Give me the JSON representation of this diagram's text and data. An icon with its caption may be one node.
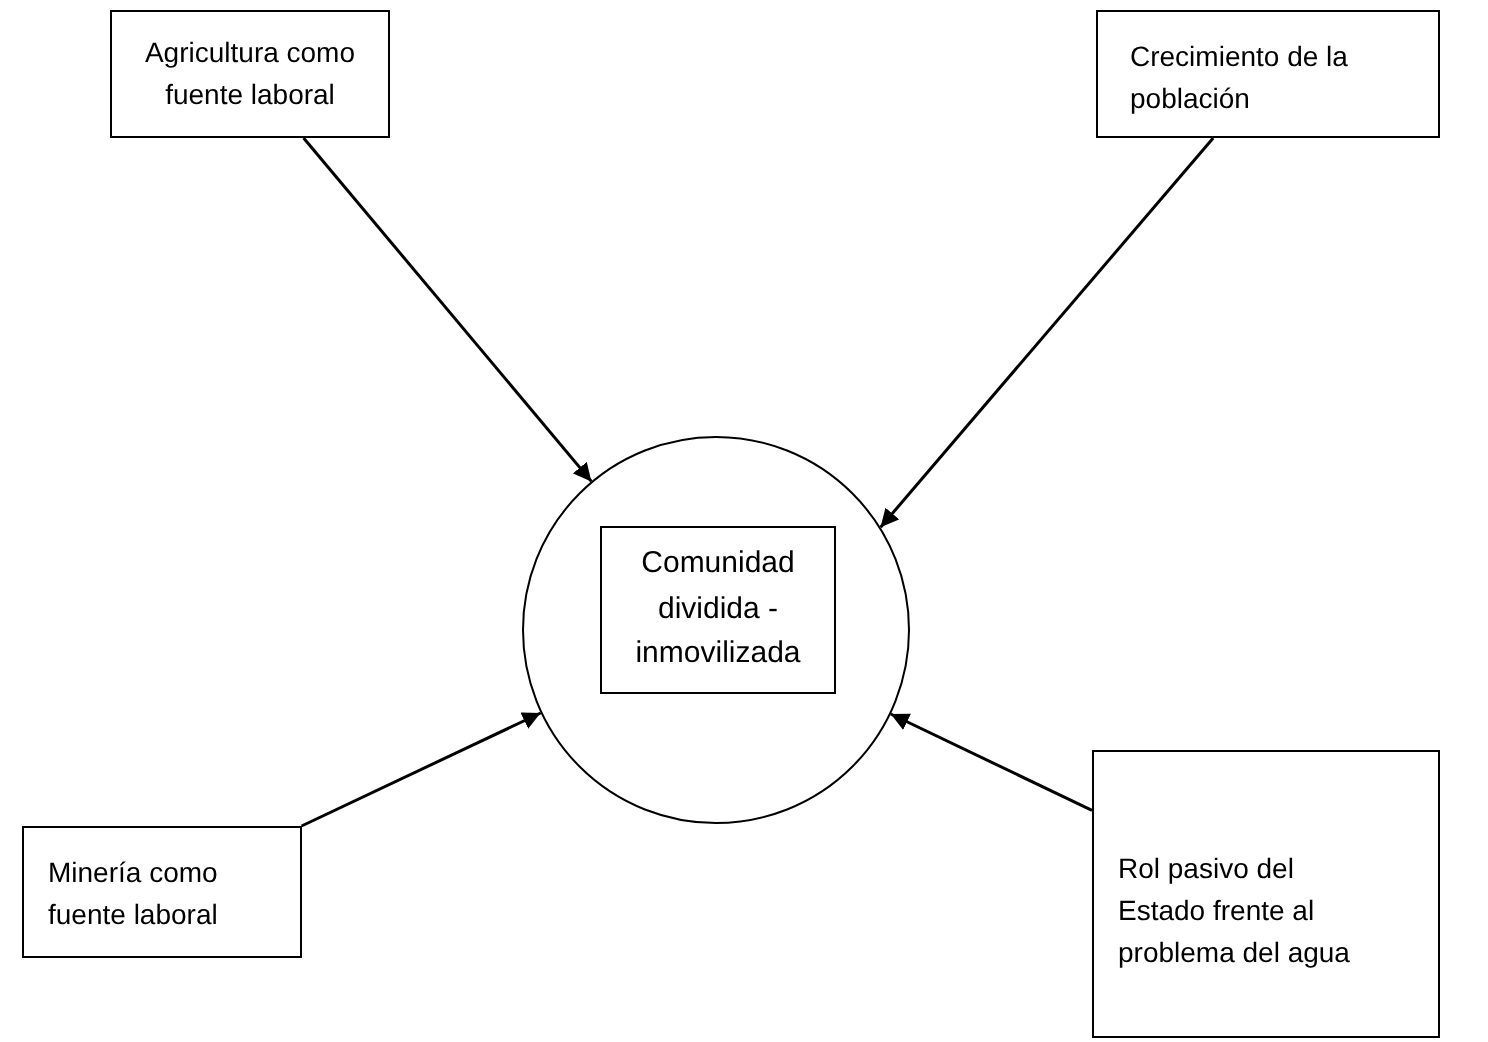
{
  "diagram": {
    "nodes": [
      {
        "text": [
          "Agricultura como fuente laboral"
        ]
      },
      {
        "text": [
          "Crecimiento de la población"
        ]
      },
      {
        "text": [],
        "shape": "circle"
      },
      {
        "text": [
          "Comunidad dividida - inmovilizada"
        ],
        "in": 2
      },
      {
        "text": [
          "Minería como fuente laboral"
        ]
      },
      {
        "text": [
          "Rol pasivo del Estado frente al problema del agua"
        ]
      }
    ],
    "edges": [
      {
        "from": 0,
        "to": 2,
        "arrow": "to"
      },
      {
        "from": 1,
        "to": 2,
        "arrow": "to"
      },
      {
        "from": 4,
        "to": 2,
        "arrow": "to"
      },
      {
        "from": 5,
        "to": 2,
        "arrow": "to"
      }
    ]
  }
}
